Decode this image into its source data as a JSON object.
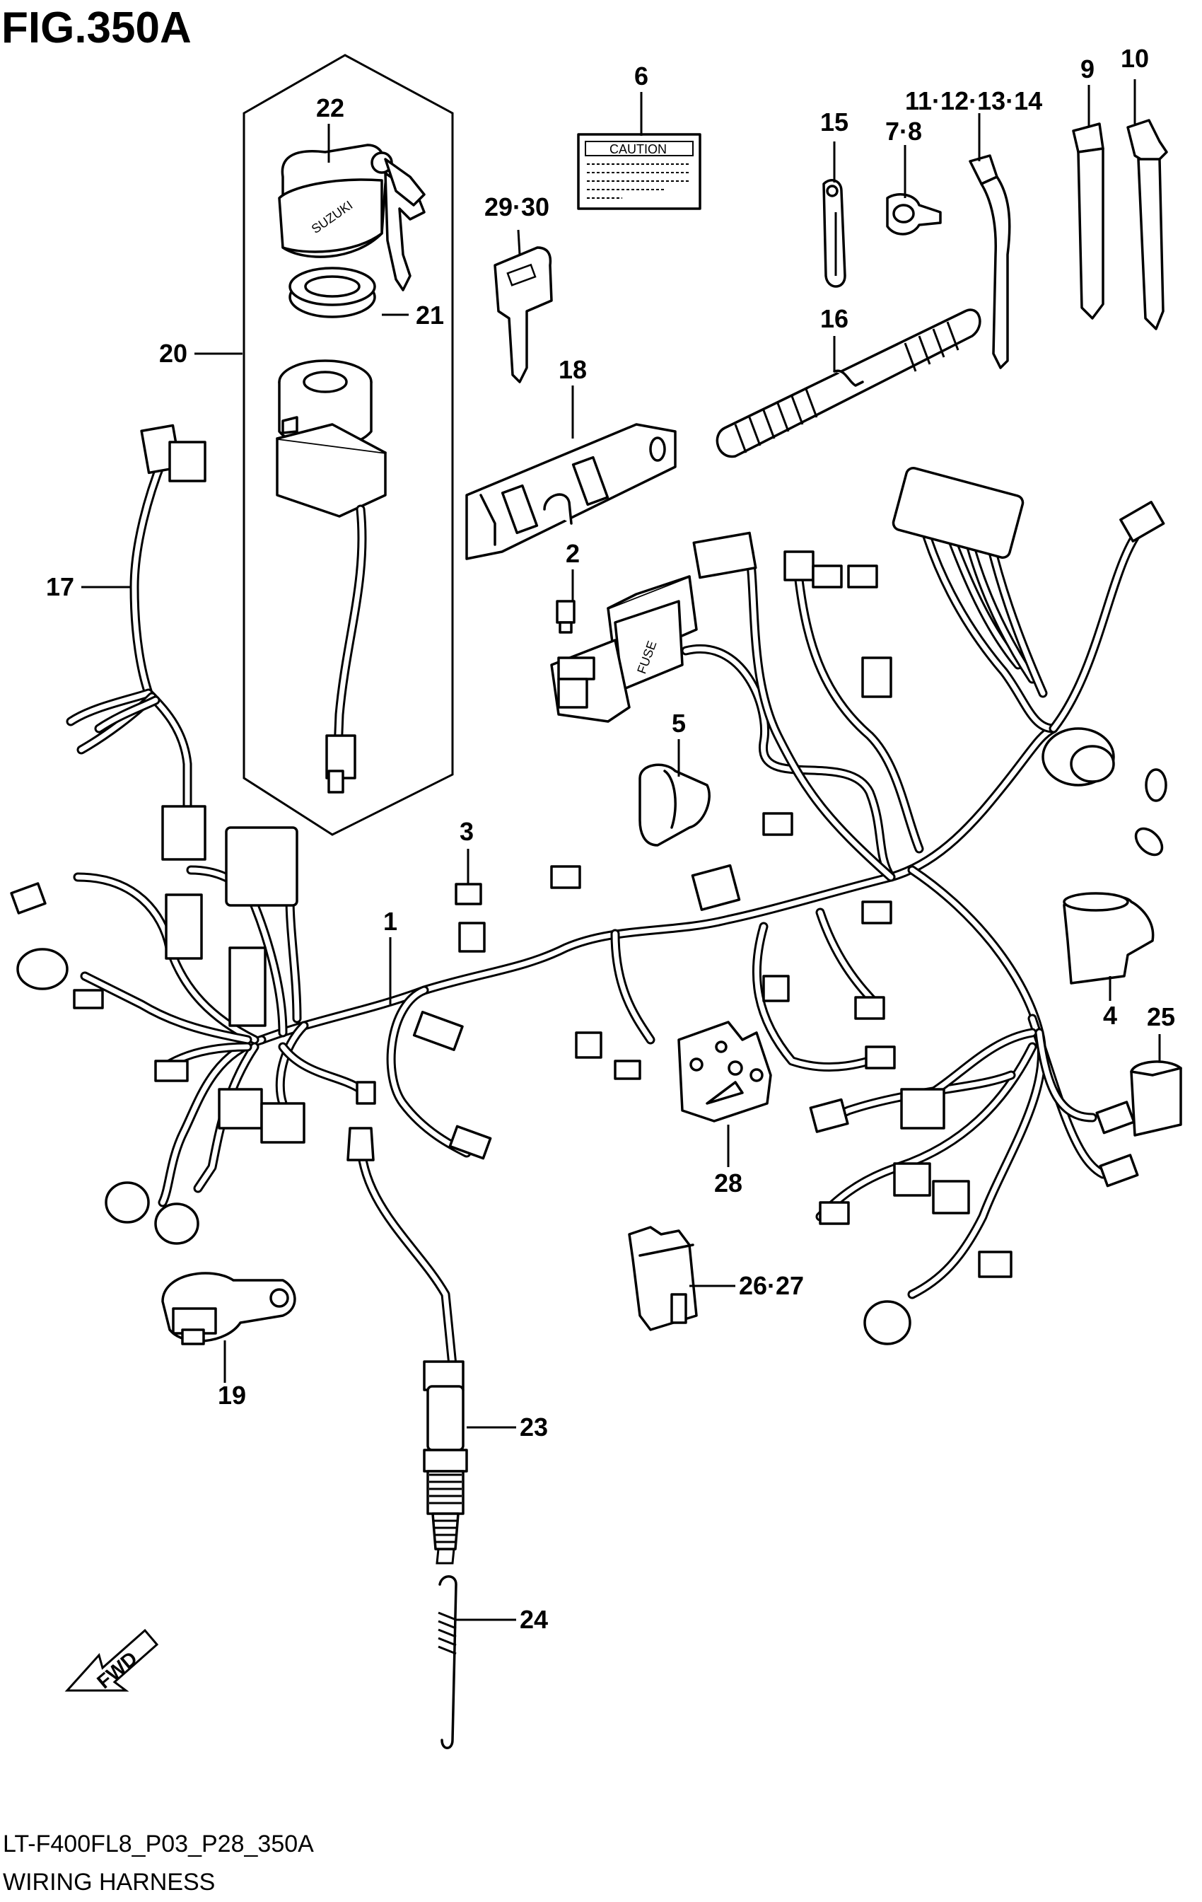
{
  "figure": {
    "title": "FIG.350A",
    "model_code": "LT-F400FL8_P03_P28_350A",
    "section_name": "WIRING HARNESS"
  },
  "decals": {
    "caution_label": "CAUTION",
    "fuse_label": "FUSE",
    "key_brand": "SUZUKI",
    "direction_arrow": "FWD"
  },
  "callouts": {
    "c1": "1",
    "c2": "2",
    "c3": "3",
    "c4": "4",
    "c5": "5",
    "c6": "6",
    "c7_8": "7·8",
    "c9": "9",
    "c10": "10",
    "c11_14": "11·12·13·14",
    "c15": "15",
    "c16": "16",
    "c17": "17",
    "c18": "18",
    "c19": "19",
    "c20": "20",
    "c21": "21",
    "c22": "22",
    "c23": "23",
    "c24": "24",
    "c25": "25",
    "c26_27": "26·27",
    "c28": "28",
    "c29_30": "29·30"
  },
  "icons": [
    "fwd-arrow-icon"
  ],
  "colors": {
    "ink": "#000000",
    "paper": "#ffffff"
  }
}
